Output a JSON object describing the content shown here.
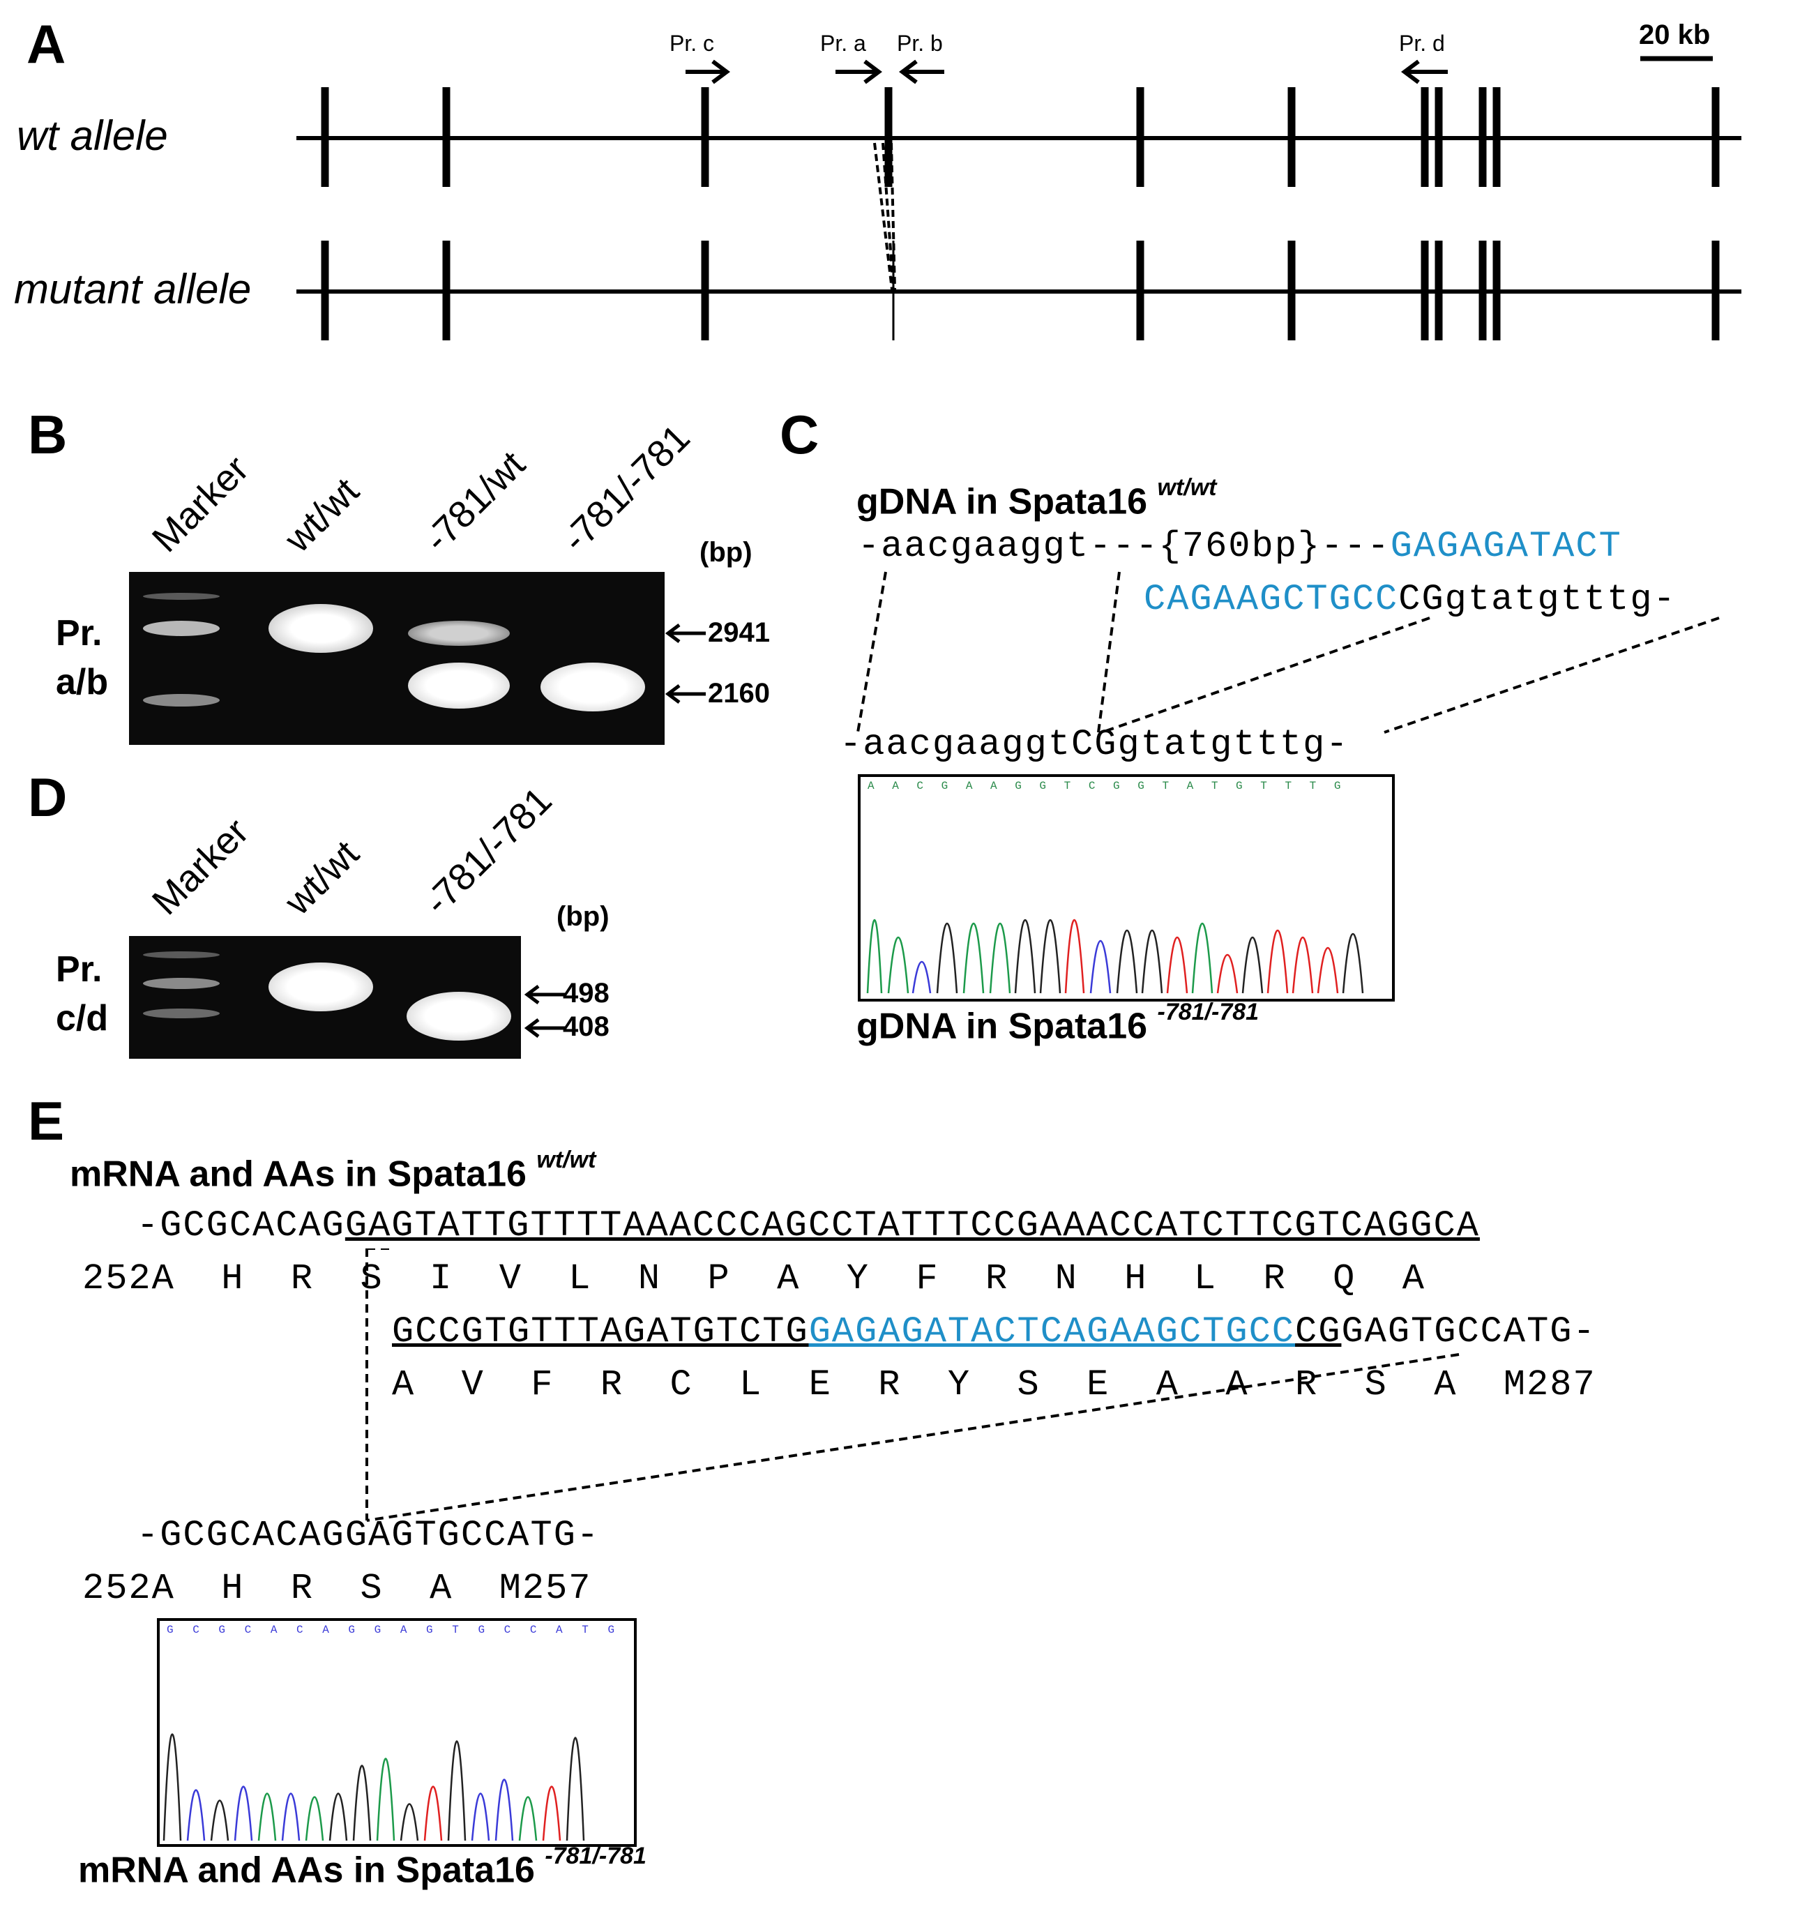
{
  "panels": {
    "a": "A",
    "b": "B",
    "c": "C",
    "d": "D",
    "e": "E"
  },
  "panel_a": {
    "scale_bar_label": "20 kb",
    "wt_label": "wt allele",
    "mutant_label": "mutant allele",
    "primers": [
      "Pr. c",
      "Pr. a",
      "Pr. b",
      "Pr. d"
    ]
  },
  "panel_b": {
    "lanes": [
      "Marker",
      "wt/wt",
      "-781/wt",
      "-781/-781"
    ],
    "unit": "(bp)",
    "primer_label_line1": "Pr.",
    "primer_label_line2": "a/b",
    "sizes": [
      "2941",
      "2160"
    ]
  },
  "panel_c": {
    "top_title": "gDNA in Spata16",
    "top_sup": "wt/wt",
    "wt_seq_line1_a": "-aacgaaggt---{760bp}---",
    "wt_seq_line1_b": "GAGAGATACT",
    "wt_seq_line2_a": "CAGAAGCTGCC",
    "wt_seq_line2_b": "CGgtatgtttg-",
    "mut_seq": "-aacgaaggtCGgtatgtttg-",
    "chrom_bases": "A A C G A A G G T C G G T A T G T T T G",
    "bottom_title": "gDNA in Spata16",
    "bottom_sup": "-781/-781"
  },
  "panel_d": {
    "lanes": [
      "Marker",
      "wt/wt",
      "-781/-781"
    ],
    "unit": "(bp)",
    "primer_label_line1": "Pr.",
    "primer_label_line2": "c/d",
    "sizes": [
      "498",
      "408"
    ]
  },
  "panel_e": {
    "top_title": "mRNA and AAs in Spata16",
    "top_sup": "wt/wt",
    "wt_nt1_a": "-GCGCACAG",
    "wt_nt1_b": "GAGTATTGTTTTAAACCCAGCCTATTTCCGAAACCATCTTCGTCAGGCA",
    "wt_aa1": "252A  H  R  S  I  V  L  N  P  A  Y  F  R  N  H  L  R  Q  A",
    "wt_nt2_a": "GCCGTGTTTAGATGTCTG",
    "wt_nt2_b": "GAGAGATACTCAGAAGCTGCC",
    "wt_nt2_c": "CG",
    "wt_nt2_d": "GAGTGCCATG-",
    "wt_aa2": "A  V  F  R  C  L  E  R  Y  S  E  A  A  R  S  A  M287",
    "mut_nt": "-GCGCACAGGAGTGCCATG-",
    "mut_aa": "252A  H  R  S  A  M257",
    "chrom_bases": "G C G C A C A G G A G T G C C A T G",
    "bottom_title": "mRNA and AAs in Spata16",
    "bottom_sup": "-781/-781"
  }
}
